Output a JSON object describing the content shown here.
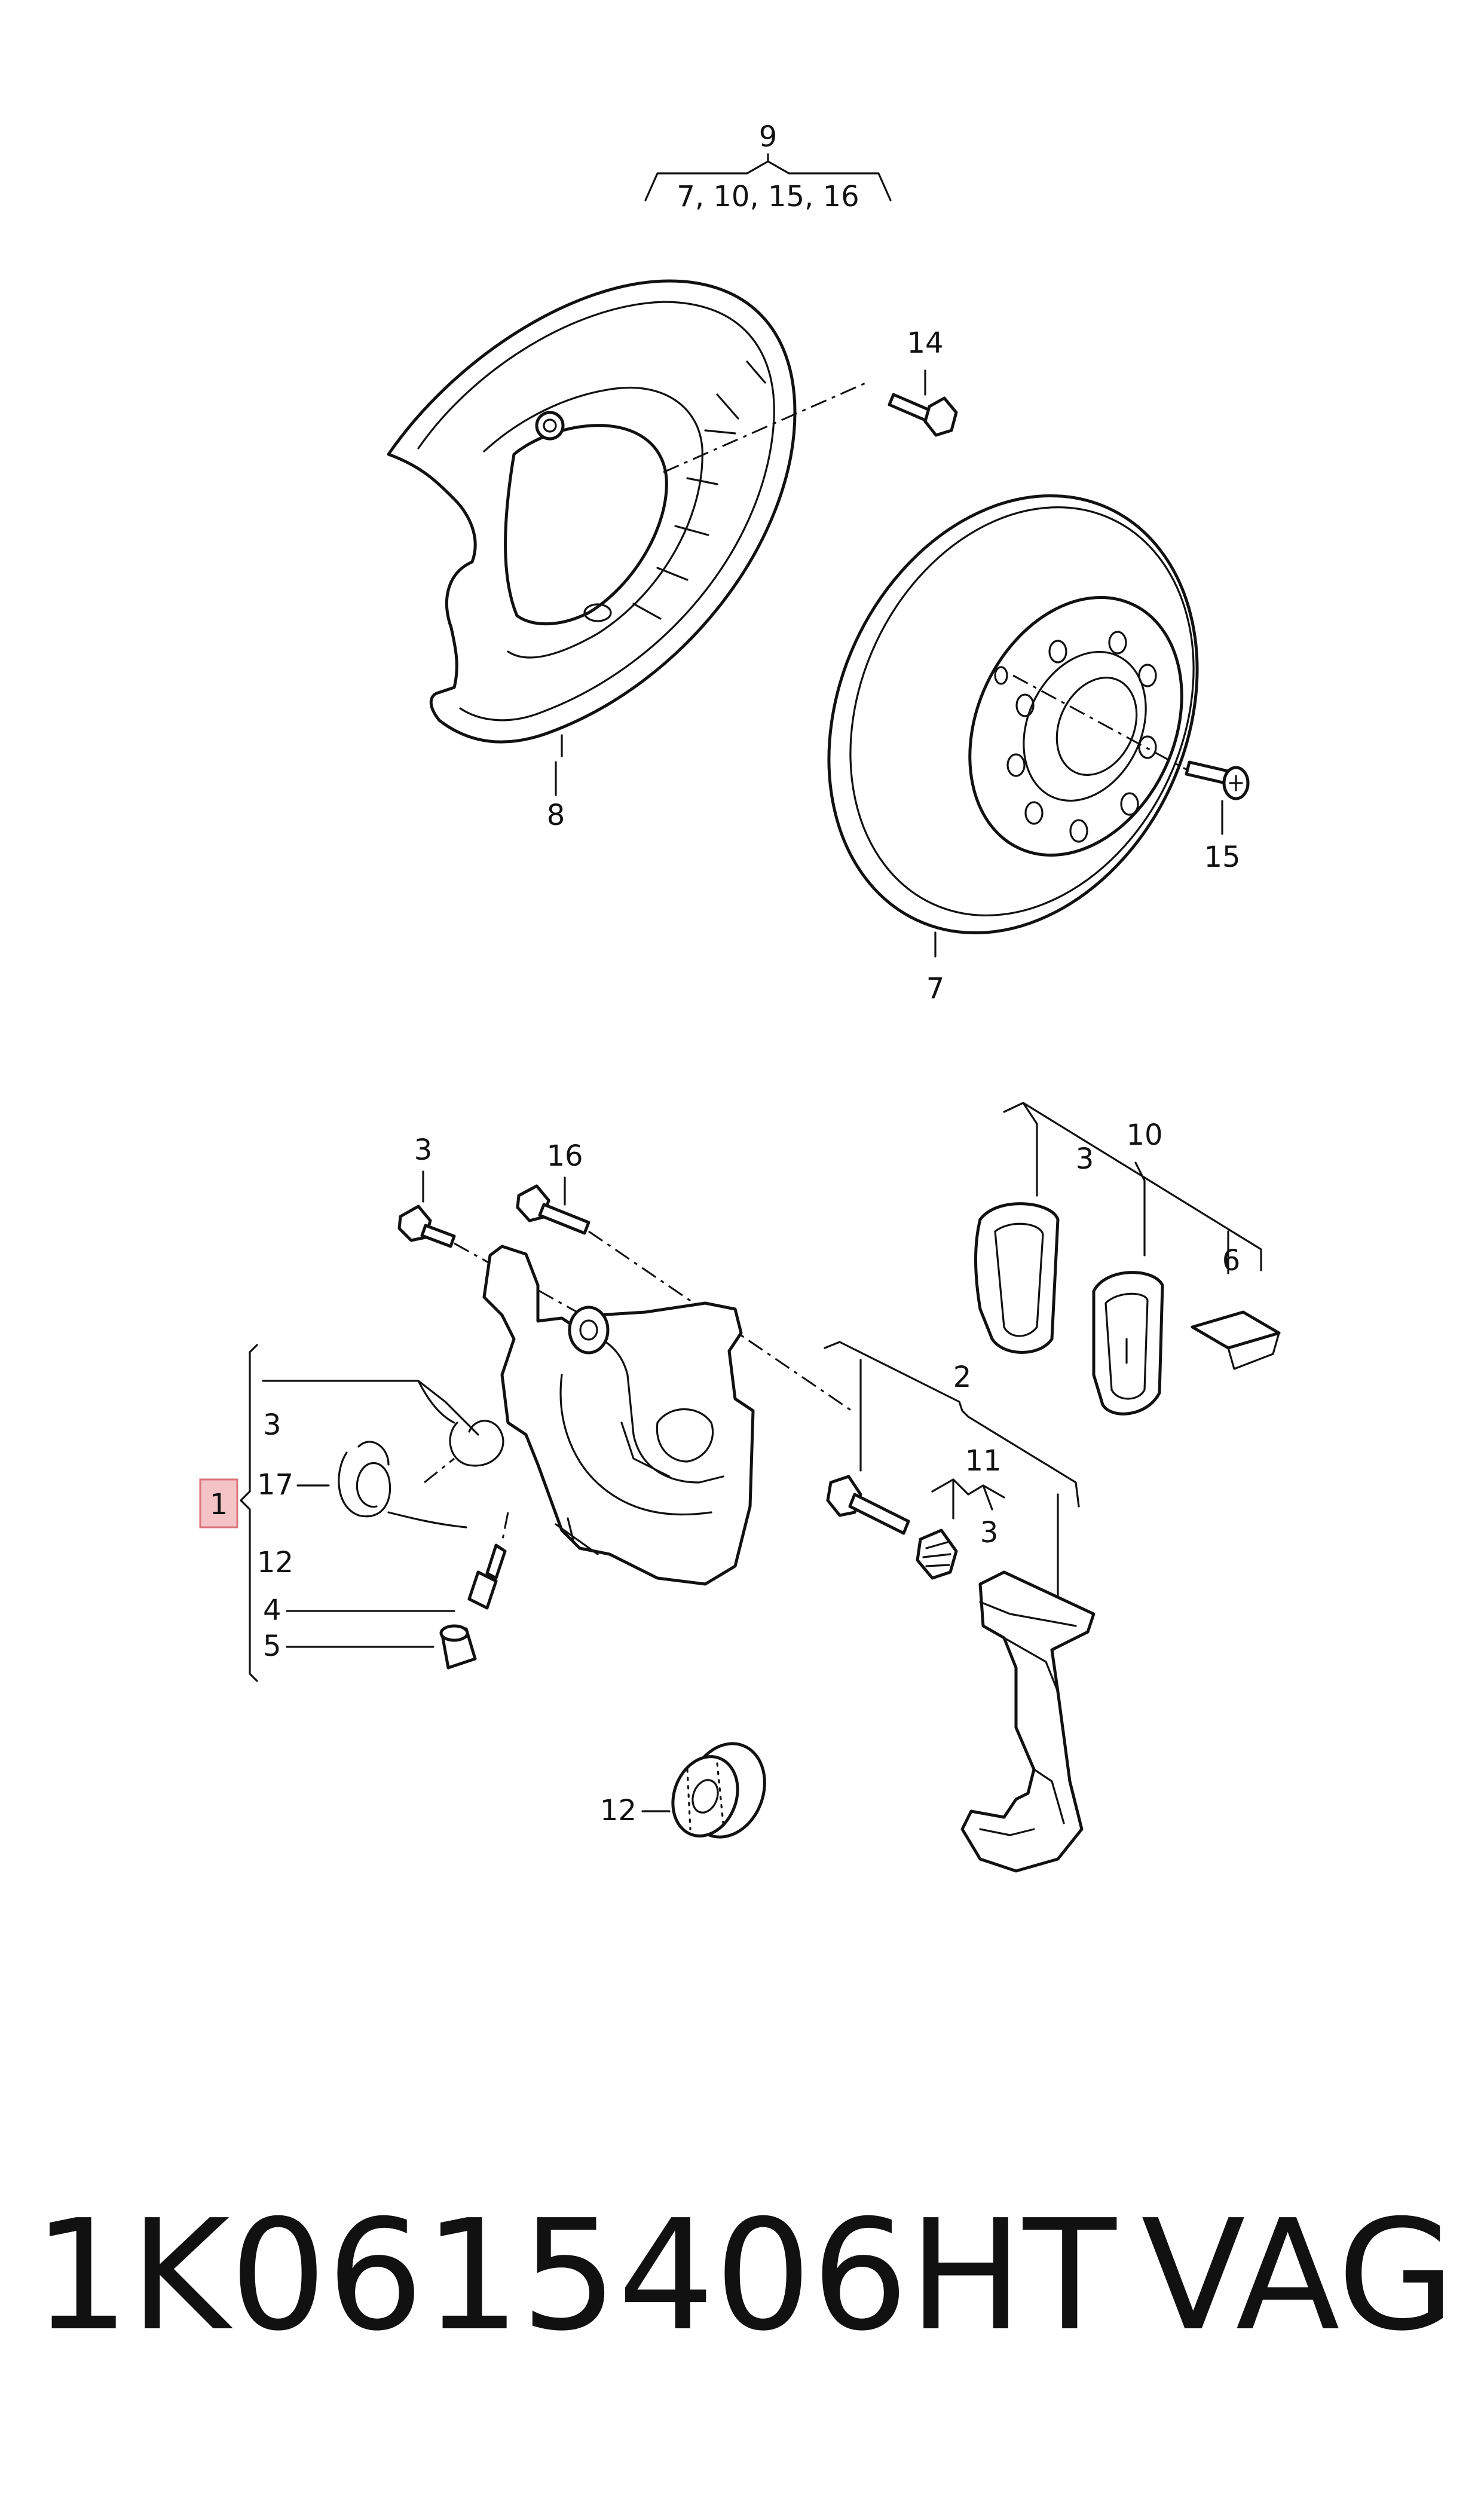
{
  "diagram": {
    "callouts": {
      "n9": "9",
      "n9_sub": "7, 10, 15, 16",
      "n14": "14",
      "n8": "8",
      "n15": "15",
      "n7": "7",
      "n3_bolt": "3",
      "n16": "16",
      "n10": "10",
      "n3_pads": "3",
      "n6": "6",
      "n2": "2",
      "n11": "11",
      "n3_guide": "3",
      "n3_group": "3",
      "n17": "17",
      "n1": "1",
      "n12_group": "12",
      "n4": "4",
      "n5": "5",
      "n12": "12"
    }
  },
  "footer": {
    "part_number": "1K0615406HT",
    "brand": "VAG"
  },
  "colors": {
    "line": "#111111",
    "highlight_box": "#f3c3c6",
    "highlight_border": "#d9737a"
  }
}
